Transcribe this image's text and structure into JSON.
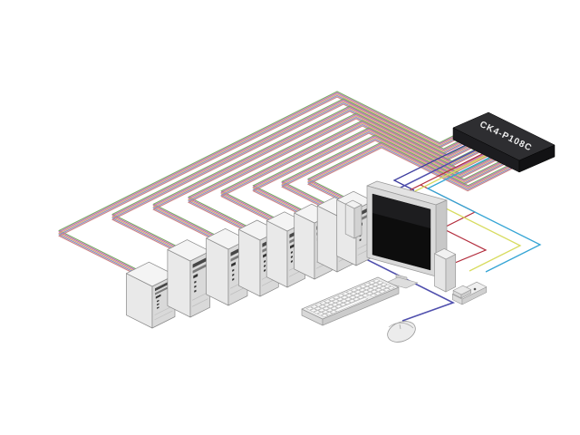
{
  "diagram": {
    "type": "isometric-kvm-connection-diagram",
    "kvm_switch": {
      "label": "CK4-P108C",
      "top_color": "#2e2e31",
      "front_color": "#1c1c1f",
      "side_color": "#121214",
      "label_color": "#eeeeee"
    },
    "computers": {
      "count": 8
    },
    "bundle": {
      "strands_per_computer": 5,
      "strand_colors": [
        "#79a963",
        "#c06ab8",
        "#d8ab6e",
        "#8a90c8",
        "#cc8484"
      ]
    },
    "peripheral_cables": {
      "monitor": "#3c3c9e",
      "keyboard_mouse": "#5050ae",
      "speakers": "#b22a3a",
      "remote_yellow": "#d8dc60",
      "remote_teal": "#35a5d5"
    },
    "devices": {
      "monitor": "monitor",
      "keyboard": "keyboard",
      "mouse": "mouse",
      "left_speaker": "left-speaker",
      "right_speaker": "right-speaker",
      "remote": "wired-remote"
    }
  }
}
